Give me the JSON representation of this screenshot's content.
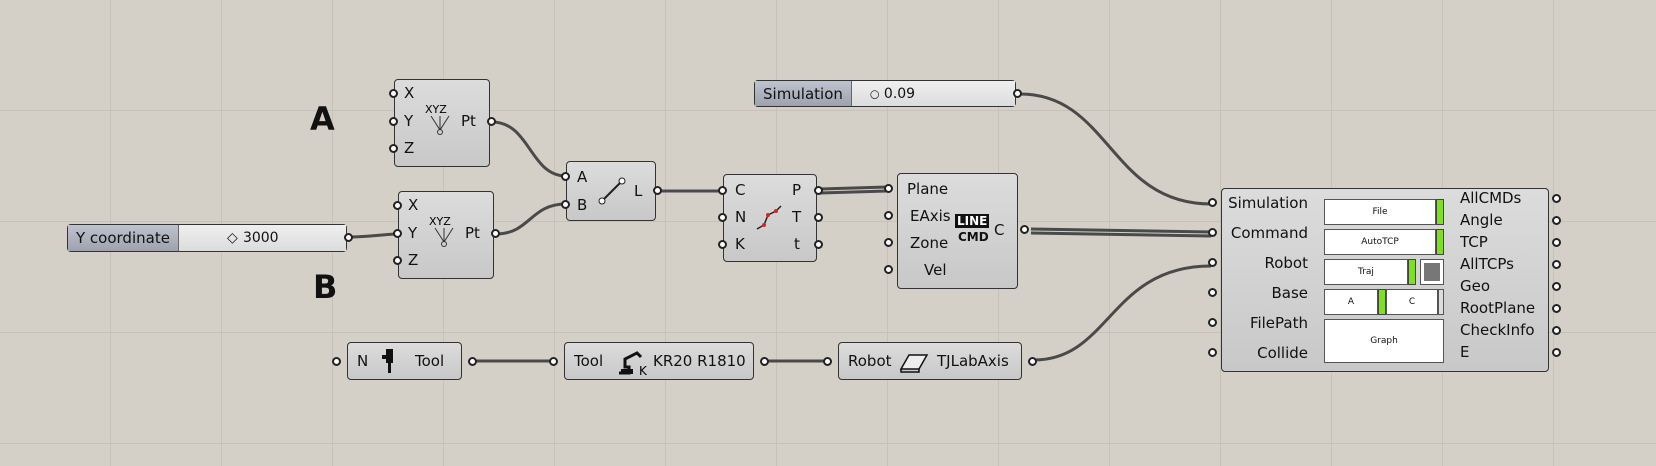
{
  "labels": {
    "a": "A",
    "b": "B"
  },
  "pt_a": {
    "inputs": [
      "X",
      "Y",
      "Z"
    ],
    "output": "Pt",
    "icon": "xyz-point-icon",
    "icon_text": "XYZ"
  },
  "pt_b": {
    "inputs": [
      "X",
      "Y",
      "Z"
    ],
    "output": "Pt",
    "icon": "xyz-point-icon",
    "icon_text": "XYZ"
  },
  "line": {
    "inputs": [
      "A",
      "B"
    ],
    "output": "L",
    "icon": "line-icon"
  },
  "divide": {
    "inputs": [
      "C",
      "N",
      "K"
    ],
    "outputs": [
      "P",
      "T",
      "t"
    ],
    "icon": "divide-curve-icon"
  },
  "linecmd": {
    "inputs": [
      "Plane",
      "EAxis",
      "Zone",
      "Vel"
    ],
    "output": "C",
    "icon_line": "LINE",
    "icon_cmd": "CMD"
  },
  "simulation_slider": {
    "name": "Simulation",
    "value": "0.09"
  },
  "y_slider": {
    "name": "Y coordinate",
    "value": "3000"
  },
  "tool": {
    "input": "N",
    "output": "Tool",
    "icon": "tool-gripper-icon"
  },
  "robot_model": {
    "input": "Tool",
    "output": "KR20 R1810",
    "icon": "robot-arm-icon",
    "icon_sub": "K"
  },
  "robot_axis": {
    "input": "Robot",
    "output": "TJLabAxis",
    "icon": "linear-axis-icon"
  },
  "core": {
    "inputs": [
      "Simulation",
      "Command",
      "Robot",
      "Base",
      "FilePath",
      "Collide"
    ],
    "outputs": [
      "AllCMDs",
      "Angle",
      "TCP",
      "AllTCPs",
      "Geo",
      "RootPlane",
      "CheckInfo",
      "E"
    ],
    "buttons": {
      "file": "File",
      "autotcp": "AutoTCP",
      "traj": "Traj",
      "a": "A",
      "c": "C",
      "graph": "Graph"
    }
  },
  "colors": {
    "canvas": "#d4d0c8",
    "toggle_on": "#80e020",
    "wire": "#555555"
  }
}
